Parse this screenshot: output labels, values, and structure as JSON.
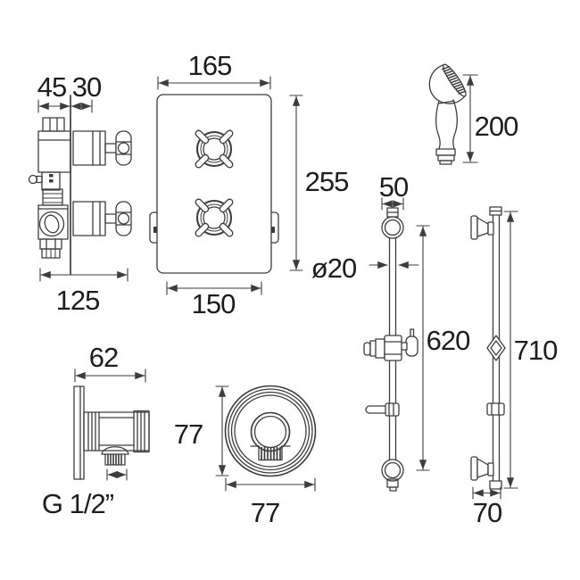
{
  "title": "Shower kit dimensioned technical drawing",
  "colors": {
    "line": "#3d3d3d",
    "text": "#1d1d1d",
    "background": "#ffffff"
  },
  "diagram": {
    "valve_side": {
      "offset_front": "45",
      "offset_back": "30",
      "overall_depth": "125"
    },
    "valve_front": {
      "plate_width": "165",
      "plate_height": "255",
      "plate_bottom_width": "150"
    },
    "handset": {
      "length": "200"
    },
    "rail": {
      "bracket_width": "50",
      "tube_diameter": "ø20",
      "bracket_centres": "620",
      "overall_length": "710",
      "wall_depth": "70"
    },
    "wall_outlet_side": {
      "projection": "62",
      "thread_label": "G 1/2”"
    },
    "wall_outlet_front": {
      "plate_height": "77",
      "plate_width": "77"
    }
  }
}
